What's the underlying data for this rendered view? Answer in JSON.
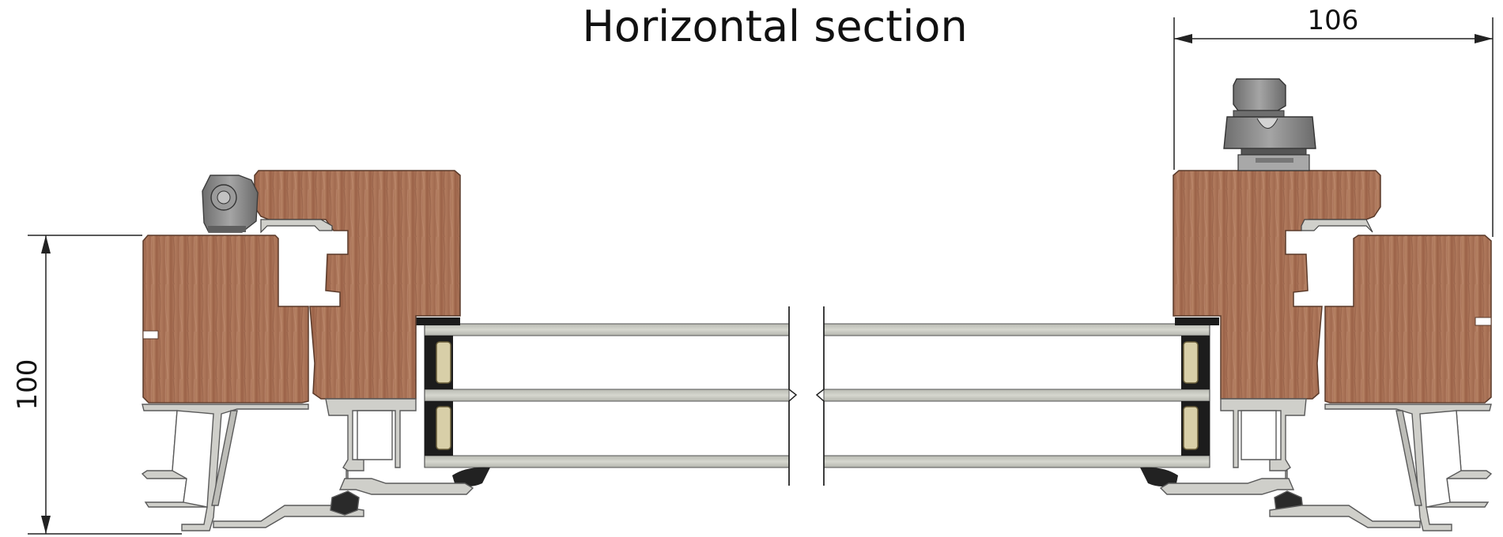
{
  "title": "Horizontal section",
  "dimensions": {
    "width_label": "106",
    "height_label": "100"
  },
  "colors": {
    "timber": "#a06a50",
    "timber_dark": "#7d4f3a",
    "aluminium": "#c9c9c4",
    "aluminium_edge": "#6b6b6b",
    "glass": "#c6c7bf",
    "gasket": "#1c1c1c",
    "spacer_fill": "#d8cfa8",
    "handle": "#8a8a8a"
  }
}
